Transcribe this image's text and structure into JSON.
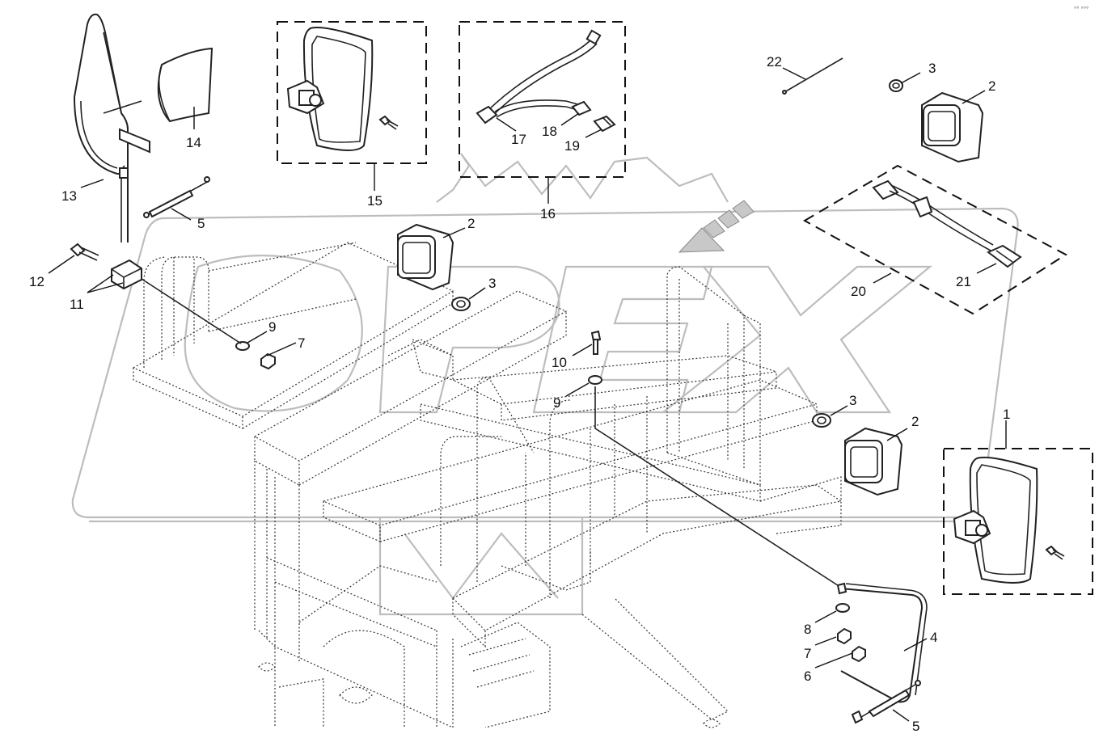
{
  "watermark": {
    "text": "OPEX"
  },
  "corner_mark": "°° °°°",
  "callouts": [
    {
      "id": "c1",
      "label": "1"
    },
    {
      "id": "c2a",
      "label": "2"
    },
    {
      "id": "c2b",
      "label": "2"
    },
    {
      "id": "c2c",
      "label": "2"
    },
    {
      "id": "c3a",
      "label": "3"
    },
    {
      "id": "c3b",
      "label": "3"
    },
    {
      "id": "c3c",
      "label": "3"
    },
    {
      "id": "c4",
      "label": "4"
    },
    {
      "id": "c5a",
      "label": "5"
    },
    {
      "id": "c5b",
      "label": "5"
    },
    {
      "id": "c6",
      "label": "6"
    },
    {
      "id": "c7a",
      "label": "7"
    },
    {
      "id": "c7b",
      "label": "7"
    },
    {
      "id": "c8",
      "label": "8"
    },
    {
      "id": "c9a",
      "label": "9"
    },
    {
      "id": "c9b",
      "label": "9"
    },
    {
      "id": "c10",
      "label": "10"
    },
    {
      "id": "c11",
      "label": "11"
    },
    {
      "id": "c12",
      "label": "12"
    },
    {
      "id": "c13",
      "label": "13"
    },
    {
      "id": "c14",
      "label": "14"
    },
    {
      "id": "c15",
      "label": "15"
    },
    {
      "id": "c16",
      "label": "16"
    },
    {
      "id": "c17",
      "label": "17"
    },
    {
      "id": "c18",
      "label": "18"
    },
    {
      "id": "c19",
      "label": "19"
    },
    {
      "id": "c20",
      "label": "20"
    },
    {
      "id": "c21",
      "label": "21"
    },
    {
      "id": "c22",
      "label": "22"
    }
  ]
}
